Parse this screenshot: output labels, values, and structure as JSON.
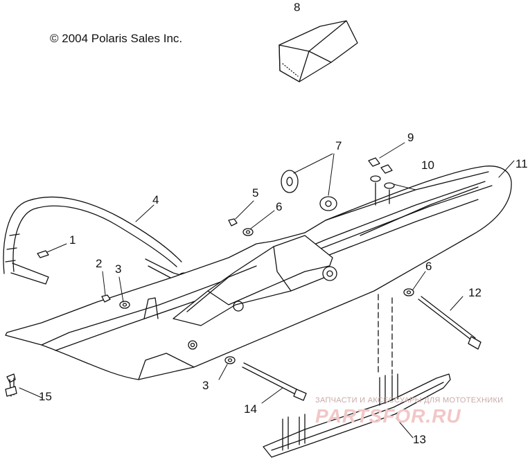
{
  "copyright": "© 2004 Polaris Sales Inc.",
  "callouts": [
    "1",
    "2",
    "3",
    "4",
    "5",
    "6",
    "7",
    "8",
    "9",
    "10",
    "11",
    "6",
    "12",
    "3",
    "14",
    "13",
    "15"
  ],
  "watermark": {
    "caption": "ЗАПЧАСТИ И АКСЕССУАРЫ ДЛЯ МОТОТЕХНИКИ",
    "logo": "PARTSFOR.RU"
  },
  "colors": {
    "line": "#111111",
    "watermark": "#f2c7c7"
  }
}
